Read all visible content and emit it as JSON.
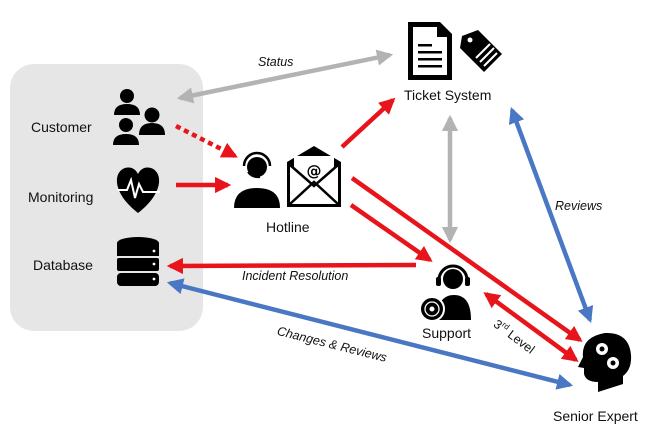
{
  "title": "Incident management flow",
  "colors": {
    "red": "#e8141b",
    "gray": "#b3b3b3",
    "blue": "#4a77c4",
    "group_bg": "#e6e6e6",
    "icon": "#000000"
  },
  "nodes": {
    "customer": {
      "label": "Customer",
      "icon": "users-icon"
    },
    "monitoring": {
      "label": "Monitoring",
      "icon": "heart-pulse-icon"
    },
    "database": {
      "label": "Database",
      "icon": "database-icon"
    },
    "hotline": {
      "label": "Hotline",
      "icon": "headset-email-icon"
    },
    "ticket_system": {
      "label": "Ticket System",
      "icon": "document-tag-icon"
    },
    "support": {
      "label": "Support",
      "icon": "support-agent-icon"
    },
    "senior_expert": {
      "label": "Senior Expert",
      "icon": "head-gears-icon"
    }
  },
  "edges": [
    {
      "from": "ticket_system",
      "to": "customer",
      "label": "Status",
      "color": "gray",
      "style": "double"
    },
    {
      "from": "customer",
      "to": "hotline",
      "label": "",
      "color": "red",
      "style": "dotted"
    },
    {
      "from": "monitoring",
      "to": "hotline",
      "label": "",
      "color": "red",
      "style": "solid"
    },
    {
      "from": "hotline",
      "to": "ticket_system",
      "label": "",
      "color": "red",
      "style": "solid"
    },
    {
      "from": "hotline",
      "to": "support",
      "label": "",
      "color": "red",
      "style": "solid"
    },
    {
      "from": "hotline",
      "to": "senior_expert",
      "label": "",
      "color": "red",
      "style": "solid"
    },
    {
      "from": "ticket_system",
      "to": "support",
      "label": "",
      "color": "gray",
      "style": "double"
    },
    {
      "from": "support",
      "to": "database",
      "label": "Incident Resolution",
      "color": "red",
      "style": "solid"
    },
    {
      "from": "support",
      "to": "senior_expert",
      "label": "3rd Level",
      "color": "red",
      "style": "double"
    },
    {
      "from": "ticket_system",
      "to": "senior_expert",
      "label": "Reviews",
      "color": "blue",
      "style": "double"
    },
    {
      "from": "senior_expert",
      "to": "database",
      "label": "Changes & Reviews",
      "color": "blue",
      "style": "double"
    }
  ],
  "edge_labels": {
    "status": "Status",
    "incident_resolution": "Incident Resolution",
    "third_level_num": "3",
    "third_level_sup": "rd",
    "third_level_word": " Level",
    "reviews": "Reviews",
    "changes_reviews": "Changes & Reviews"
  }
}
